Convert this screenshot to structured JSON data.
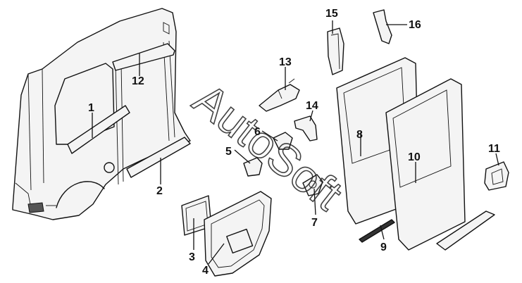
{
  "callouts": {
    "c1": "1",
    "c2": "2",
    "c3": "3",
    "c4": "4",
    "c5": "5",
    "c6": "6",
    "c7": "7",
    "c8": "8",
    "c9": "9",
    "c10": "10",
    "c11": "11",
    "c12": "12",
    "c13": "13",
    "c14": "14",
    "c15": "15",
    "c16": "16"
  },
  "watermark": "AutoSoft"
}
